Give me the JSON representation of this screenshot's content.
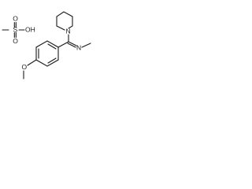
{
  "molecule": {
    "atoms": {
      "mesyl_O1": "O",
      "mesyl_S": "S",
      "mesyl_O2": "O",
      "mesyl_OH": "OH",
      "piperidine_N": "N",
      "imine_N": "N",
      "methoxy_O": "O"
    },
    "colors": {
      "ink": "#1a1a1a",
      "background": "#ffffff"
    }
  }
}
